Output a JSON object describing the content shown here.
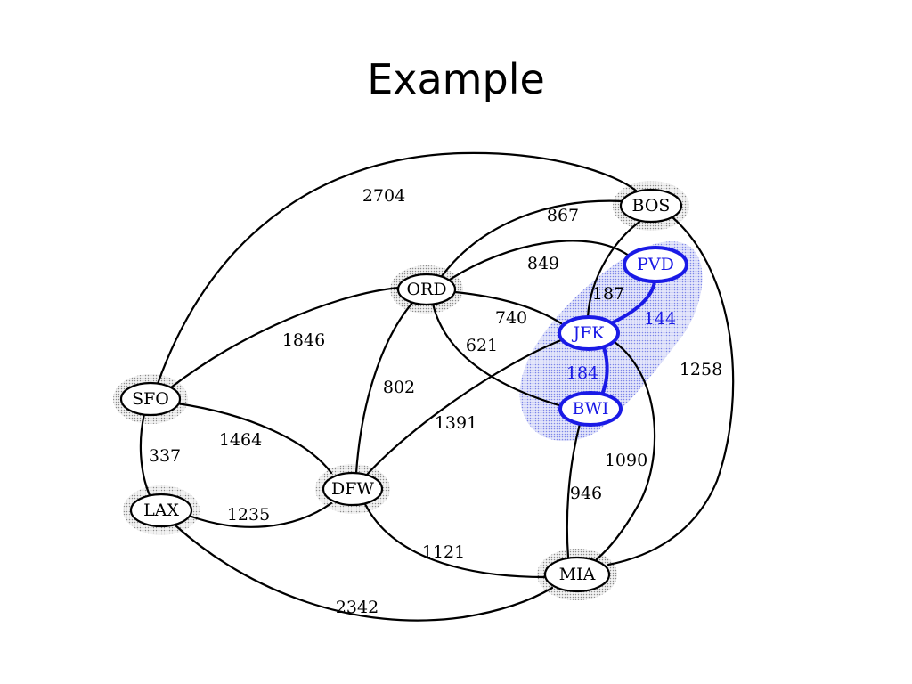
{
  "title": "Example",
  "colors": {
    "edge": "#000000",
    "highlight": "#1a1ae6",
    "halo": "#c9c9c9",
    "cloud": "#c9cdf2",
    "text": "#000000"
  },
  "nodes": [
    {
      "id": "BOS",
      "label": "BOS",
      "highlighted": false
    },
    {
      "id": "PVD",
      "label": "PVD",
      "highlighted": true
    },
    {
      "id": "ORD",
      "label": "ORD",
      "highlighted": false
    },
    {
      "id": "JFK",
      "label": "JFK",
      "highlighted": true
    },
    {
      "id": "SFO",
      "label": "SFO",
      "highlighted": false
    },
    {
      "id": "BWI",
      "label": "BWI",
      "highlighted": true
    },
    {
      "id": "DFW",
      "label": "DFW",
      "highlighted": false
    },
    {
      "id": "LAX",
      "label": "LAX",
      "highlighted": false
    },
    {
      "id": "MIA",
      "label": "MIA",
      "highlighted": false
    }
  ],
  "edges": [
    {
      "from": "SFO",
      "to": "BOS",
      "weight": "2704",
      "highlighted": false
    },
    {
      "from": "ORD",
      "to": "BOS",
      "weight": "867",
      "highlighted": false
    },
    {
      "from": "ORD",
      "to": "PVD",
      "weight": "849",
      "highlighted": false
    },
    {
      "from": "JFK",
      "to": "BOS",
      "weight": "187",
      "highlighted": false
    },
    {
      "from": "PVD",
      "to": "JFK",
      "weight": "144",
      "highlighted": true
    },
    {
      "from": "ORD",
      "to": "JFK",
      "weight": "740",
      "highlighted": false
    },
    {
      "from": "ORD",
      "to": "BWI",
      "weight": "621",
      "highlighted": false
    },
    {
      "from": "SFO",
      "to": "ORD",
      "weight": "1846",
      "highlighted": false
    },
    {
      "from": "ORD",
      "to": "DFW",
      "weight": "802",
      "highlighted": false
    },
    {
      "from": "JFK",
      "to": "BWI",
      "weight": "184",
      "highlighted": true
    },
    {
      "from": "BOS",
      "to": "MIA",
      "weight": "1258",
      "highlighted": false
    },
    {
      "from": "DFW",
      "to": "JFK",
      "weight": "1391",
      "highlighted": false
    },
    {
      "from": "SFO",
      "to": "DFW",
      "weight": "1464",
      "highlighted": false
    },
    {
      "from": "SFO",
      "to": "LAX",
      "weight": "337",
      "highlighted": false
    },
    {
      "from": "JFK",
      "to": "MIA",
      "weight": "1090",
      "highlighted": false
    },
    {
      "from": "BWI",
      "to": "MIA",
      "weight": "946",
      "highlighted": false
    },
    {
      "from": "LAX",
      "to": "DFW",
      "weight": "1235",
      "highlighted": false
    },
    {
      "from": "DFW",
      "to": "MIA",
      "weight": "1121",
      "highlighted": false
    },
    {
      "from": "LAX",
      "to": "MIA",
      "weight": "2342",
      "highlighted": false
    }
  ]
}
